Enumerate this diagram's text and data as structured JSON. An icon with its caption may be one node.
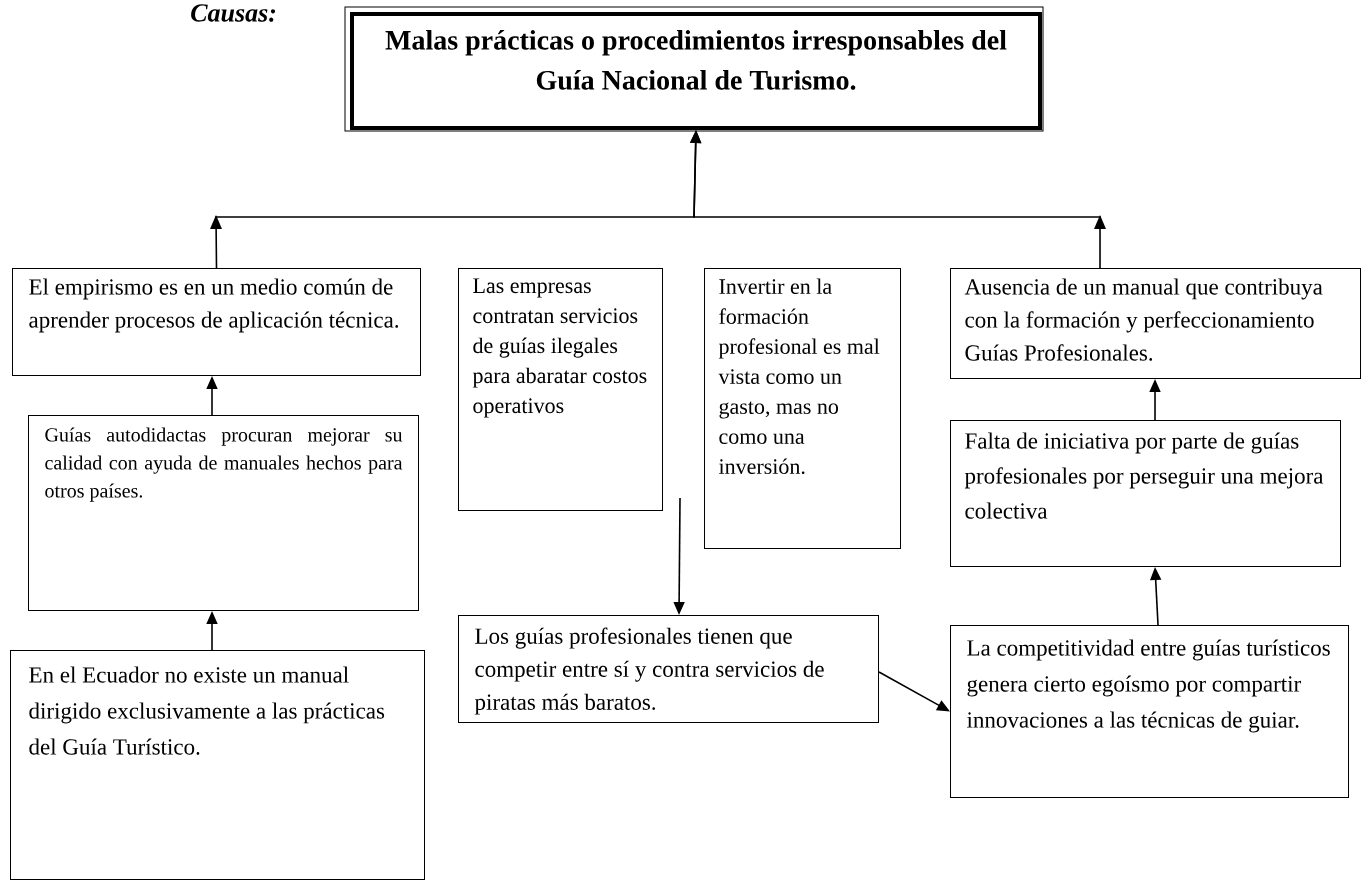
{
  "diagram": {
    "nodes": [
      {
        "text": [
          "Malas prácticas o procedimientos irresponsables del Guía Nacional de Turismo."
        ]
      },
      {
        "text": [
          "El empirismo es en un medio común de aprender procesos de aplicación técnica."
        ]
      },
      {
        "text": [
          "Guías autodidactas procuran mejorar su calidad con ayuda de manuales hechos para otros países."
        ]
      },
      {
        "text": [
          "En el Ecuador no existe un manual dirigido exclusivamente a las prácticas del Guía Turístico."
        ]
      },
      {
        "text": [
          "Las empresas contratan servicios de guías ilegales para abaratar costos operativos"
        ]
      },
      {
        "text": [
          "Invertir en la formación profesional es mal vista como un gasto, mas no como una inversión."
        ]
      },
      {
        "text": [
          "Ausencia de un manual que contribuya con la formación y perfeccionamiento Guías Profesionales."
        ]
      },
      {
        "text": [
          "Falta de iniciativa por parte de guías profesionales por perseguir una mejora colectiva"
        ]
      },
      {
        "text": [
          "Los guías profesionales tienen que competir entre sí y contra servicios de piratas más baratos."
        ]
      },
      {
        "text": [
          "La competitividad entre guías turísticos genera cierto egoísmo por compartir innovaciones a las técnicas de guiar."
        ]
      }
    ],
    "edges": [
      {
        "from": 1,
        "to": 0,
        "arrow": "to"
      },
      {
        "from": 6,
        "to": 0,
        "arrow": "to"
      },
      {
        "from": 2,
        "to": 1,
        "arrow": "to"
      },
      {
        "from": 3,
        "to": 2,
        "arrow": "to"
      },
      {
        "from": 4,
        "to": 8,
        "arrow": "to"
      },
      {
        "from": 8,
        "to": 9,
        "arrow": "to"
      },
      {
        "from": 9,
        "to": 7,
        "arrow": "to"
      },
      {
        "from": 7,
        "to": 6,
        "arrow": "to"
      }
    ],
    "labels": [
      "Causas:"
    ]
  }
}
